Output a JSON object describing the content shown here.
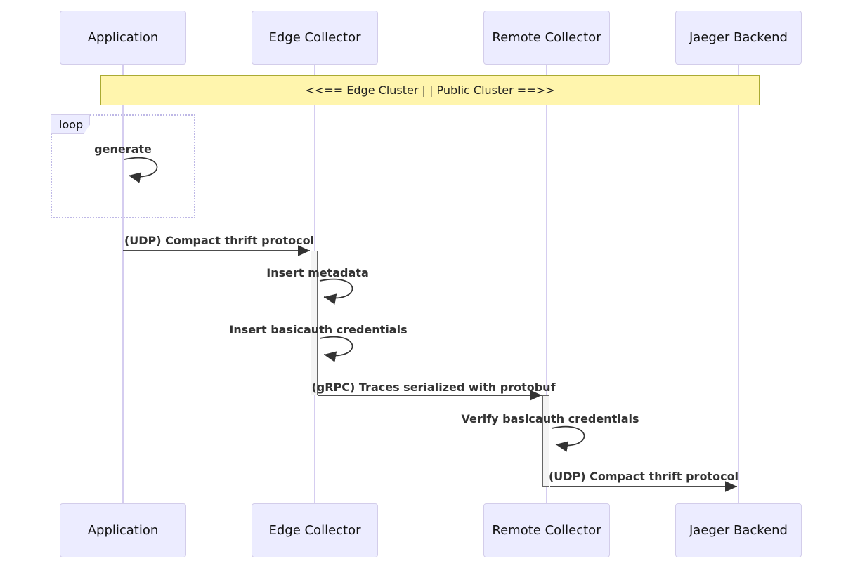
{
  "diagram": {
    "type": "sequence-diagram",
    "actors": [
      {
        "id": "application",
        "label": "Application"
      },
      {
        "id": "edge-collector",
        "label": "Edge Collector"
      },
      {
        "id": "remote-collector",
        "label": "Remote Collector"
      },
      {
        "id": "jaeger-backend",
        "label": "Jaeger Backend"
      }
    ],
    "note": {
      "text": "<<== Edge Cluster | | Public Cluster ==>>",
      "over": [
        "application",
        "jaeger-backend"
      ]
    },
    "loop": {
      "label": "loop",
      "contains": [
        "generate"
      ]
    },
    "messages": [
      {
        "from": "application",
        "to": "application",
        "type": "self",
        "label": "generate"
      },
      {
        "from": "application",
        "to": "edge-collector",
        "type": "solid",
        "label": "(UDP) Compact thrift protocol"
      },
      {
        "from": "edge-collector",
        "to": "edge-collector",
        "type": "self",
        "label": "Insert metadata"
      },
      {
        "from": "edge-collector",
        "to": "edge-collector",
        "type": "self",
        "label": "Insert basicauth credentials"
      },
      {
        "from": "edge-collector",
        "to": "remote-collector",
        "type": "solid",
        "label": "(gRPC) Traces serialized with protobuf"
      },
      {
        "from": "remote-collector",
        "to": "remote-collector",
        "type": "self",
        "label": "Verify basicauth credentials"
      },
      {
        "from": "remote-collector",
        "to": "jaeger-backend",
        "type": "solid",
        "label": "(UDP) Compact thrift protocol"
      }
    ],
    "colors": {
      "actor_fill": "#ECECFF",
      "actor_border": "#d3cdea",
      "lifeline": "#d5cdf0",
      "note_fill": "#fff5ad",
      "note_border": "#aaaa33",
      "loop_border": "#beb8e6",
      "activation_fill": "#f4f4f4",
      "activation_border": "#666666",
      "arrow": "#333333",
      "background": "#ffffff"
    }
  }
}
